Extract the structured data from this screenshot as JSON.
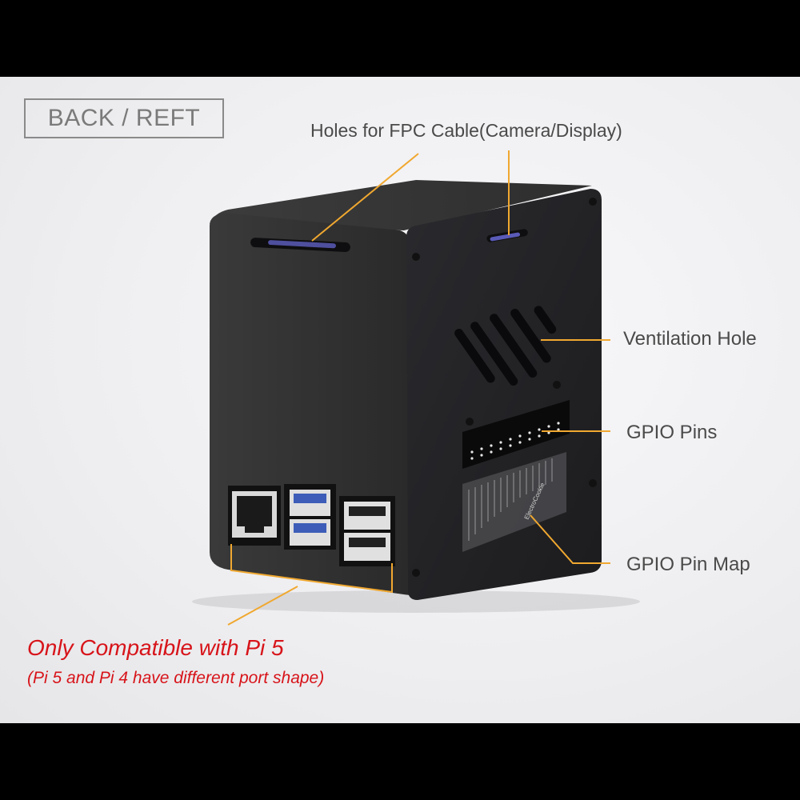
{
  "view_label": "BACK / REFT",
  "callouts": {
    "fpc": "Holes for FPC Cable(Camera/Display)",
    "ventilation": "Ventilation Hole",
    "gpio_pins": "GPIO Pins",
    "gpio_map": "GPIO Pin Map"
  },
  "compatibility": {
    "headline": "Only Compatible with Pi 5",
    "subline": "(Pi 5 and Pi 4 have different port shape)"
  },
  "product": {
    "brand_label": "ElectroCookie",
    "ports": [
      "ethernet-port",
      "usb3-port",
      "usb3-port",
      "usb2-port",
      "usb2-port"
    ]
  },
  "colors": {
    "callout_line": "#f0a830",
    "warning_text": "#d7141a",
    "case_body": "#2c2c2c"
  }
}
